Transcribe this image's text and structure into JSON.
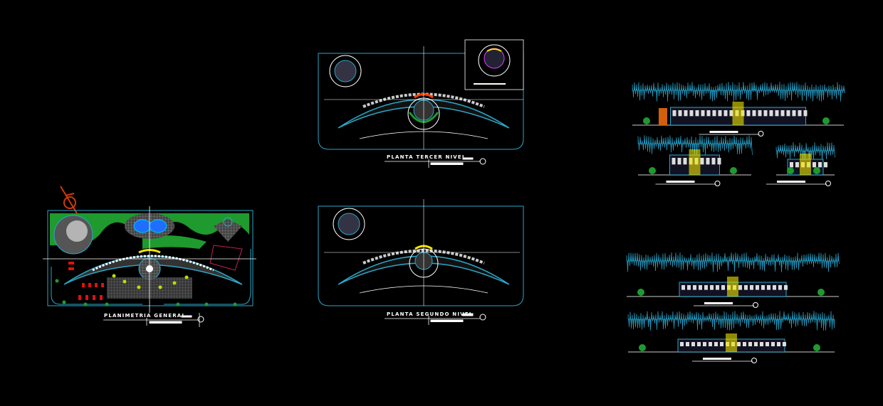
{
  "drawings": {
    "site_plan": {
      "title": "PLANIMETRIA GENERAL"
    },
    "third_floor": {
      "title": "PLANTA TERCER NIVEL"
    },
    "second_floor": {
      "title": "PLANTA SEGUNDO NIVEL"
    }
  },
  "colors": {
    "background": "#000000",
    "outline": "#2aa7c9",
    "vegetation": "#1f9a2e",
    "trees_elevation": "#1a87b5",
    "hatch": "#7a7a7a",
    "pool": "#1e6fff",
    "accent_red": "#e01010",
    "accent_yellow": "#f2e600",
    "north_arrow": "#d23a0a"
  }
}
